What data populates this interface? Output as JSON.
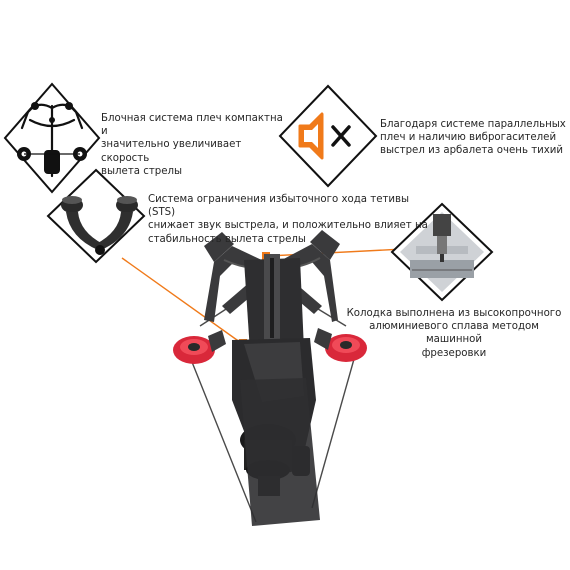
{
  "callouts": {
    "limbs": {
      "line1": "Блочная система плеч компактна и",
      "line2": "значительно увеличивает скорость",
      "line3": "вылета стрелы",
      "icon": "crossbow-limbs-icon"
    },
    "silent": {
      "line1": "Благодаря системе параллельных",
      "line2": "плеч и наличию виброгасителей",
      "line3": "выстрел из арбалета очень тихий",
      "icon": "speaker-mute-icon"
    },
    "sts": {
      "line1": "Система ограничения избыточного хода тетивы (STS)",
      "line2": "снижает звук выстрела, и положительно влияет на",
      "line3": "стабильность вылета стрелы",
      "icon": "string-stopper-icon"
    },
    "rail": {
      "line1": "Колодка выполнена из высокопрочного",
      "line2": "алюминиевого сплава методом машинной",
      "line3": "фрезеровки",
      "icon": "milling-machine-icon"
    }
  },
  "colors": {
    "accent": "#f07a1a",
    "cam_red": "#d9283a",
    "frame": "#3a3a3c",
    "text": "#262626"
  }
}
